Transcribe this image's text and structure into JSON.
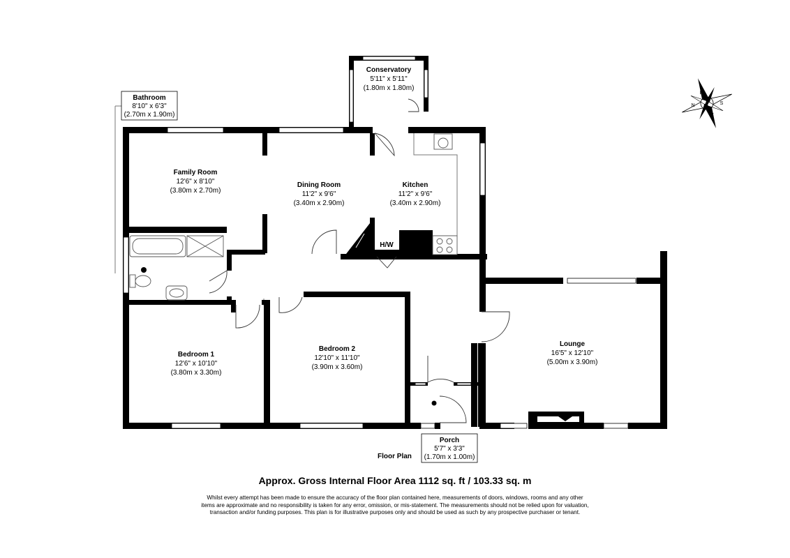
{
  "rooms": {
    "conservatory": {
      "name": "Conservatory",
      "imperial": "5'11\" x 5'11\"",
      "metric": "(1.80m x 1.80m)"
    },
    "bathroom": {
      "name": "Bathroom",
      "imperial": "8'10\" x 6'3\"",
      "metric": "(2.70m x 1.90m)"
    },
    "family_room": {
      "name": "Family Room",
      "imperial": "12'6\" x 8'10\"",
      "metric": "(3.80m x 2.70m)"
    },
    "dining_room": {
      "name": "Dining Room",
      "imperial": "11'2\" x 9'6\"",
      "metric": "(3.40m x 2.90m)"
    },
    "kitchen": {
      "name": "Kitchen",
      "imperial": "11'2\" x 9'6\"",
      "metric": "(3.40m x 2.90m)"
    },
    "bedroom1": {
      "name": "Bedroom 1",
      "imperial": "12'6\" x 10'10\"",
      "metric": "(3.80m x 3.30m)"
    },
    "bedroom2": {
      "name": "Bedroom 2",
      "imperial": "12'10\" x 11'10\"",
      "metric": "(3.90m x 3.60m)"
    },
    "lounge": {
      "name": "Lounge",
      "imperial": "16'5\" x 12'10\"",
      "metric": "(5.00m x 3.90m)"
    },
    "porch": {
      "name": "Porch",
      "imperial": "5'7\" x 3'3\"",
      "metric": "(1.70m x 1.00m)"
    }
  },
  "fixtures": {
    "hot_water": "H/W"
  },
  "plan_caption": "Floor Plan",
  "area_title": "Approx. Gross Internal Floor Area 1112 sq. ft / 103.33 sq. m",
  "disclaimer": "Whilst every attempt has been made to ensure the accuracy of the floor plan contained here, measurements of doors, windows, rooms and any other items are approximate and no responsibility is taken for any error, omission, or mis-statement. The measurements should not be relied upon for valuation, transaction and/or funding purposes. This plan is for illustrative purposes only and should be used as such by any prospective purchaser or tenant.",
  "compass": {
    "n": "N",
    "e": "E",
    "s": "S",
    "w": "W"
  },
  "colors": {
    "wall": "#000000",
    "window": "#ffffff",
    "fixture_stroke": "#555555"
  }
}
